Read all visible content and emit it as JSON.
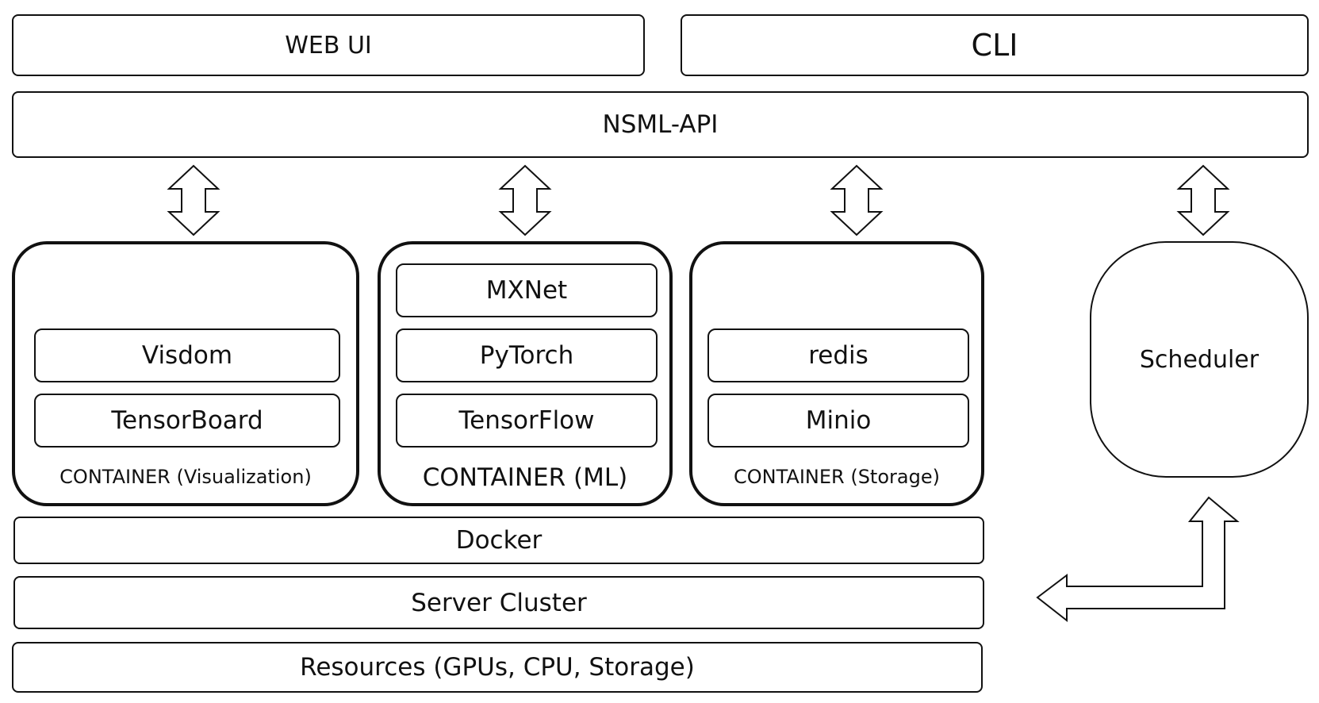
{
  "top": {
    "web_ui": "WEB UI",
    "cli": "CLI",
    "api": "NSML-API"
  },
  "containers": {
    "visualization": {
      "label": "CONTAINER (Visualization)",
      "items": [
        "Visdom",
        "TensorBoard"
      ]
    },
    "ml": {
      "label": "CONTAINER (ML)",
      "items": [
        "MXNet",
        "PyTorch",
        "TensorFlow"
      ]
    },
    "storage": {
      "label": "CONTAINER (Storage)",
      "items": [
        "redis",
        "Minio"
      ]
    }
  },
  "scheduler": "Scheduler",
  "layers": {
    "docker": "Docker",
    "cluster": "Server Cluster",
    "resources": "Resources (GPUs, CPU, Storage)"
  }
}
